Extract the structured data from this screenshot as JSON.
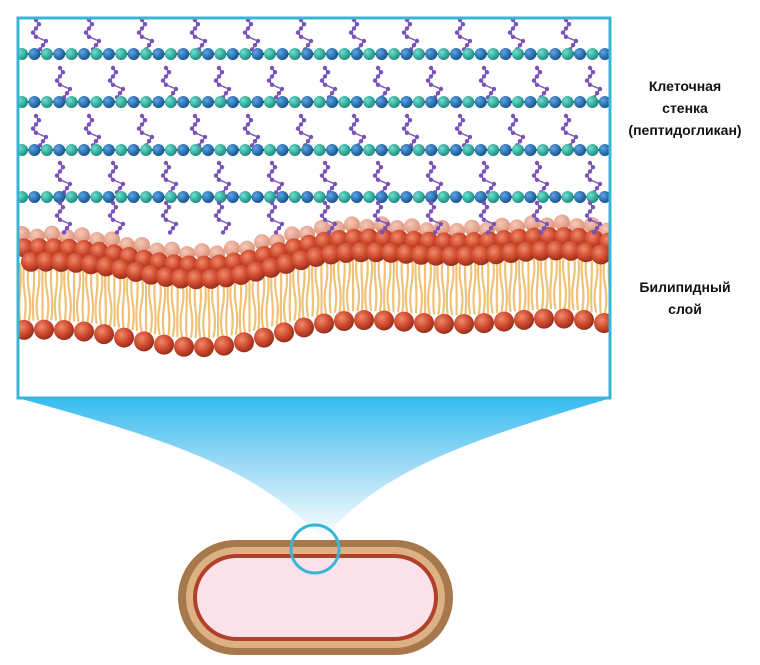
{
  "labels": {
    "cell_wall": [
      "Клеточная",
      "стенка",
      "(пептидогликан)"
    ],
    "bilayer": [
      "Билипидный",
      "слой"
    ]
  },
  "colors": {
    "frame": "#3ab4d8",
    "zoom_gradient_top": "#35bdf0",
    "glycan_teal": "#2aa59a",
    "glycan_blue": "#1f6fb2",
    "peptide_purple": "#7a52b8",
    "head_red": "#c9432a",
    "tail_tan": "#f0c277",
    "bacterium_outer": "#a7784c",
    "bacterium_wall": "#dcb183",
    "bacterium_membrane": "#b0402a",
    "cytoplasm": "#fbe1ea"
  },
  "icons": [
    "magnifier-circle-icon",
    "bacterium-cell-icon"
  ]
}
